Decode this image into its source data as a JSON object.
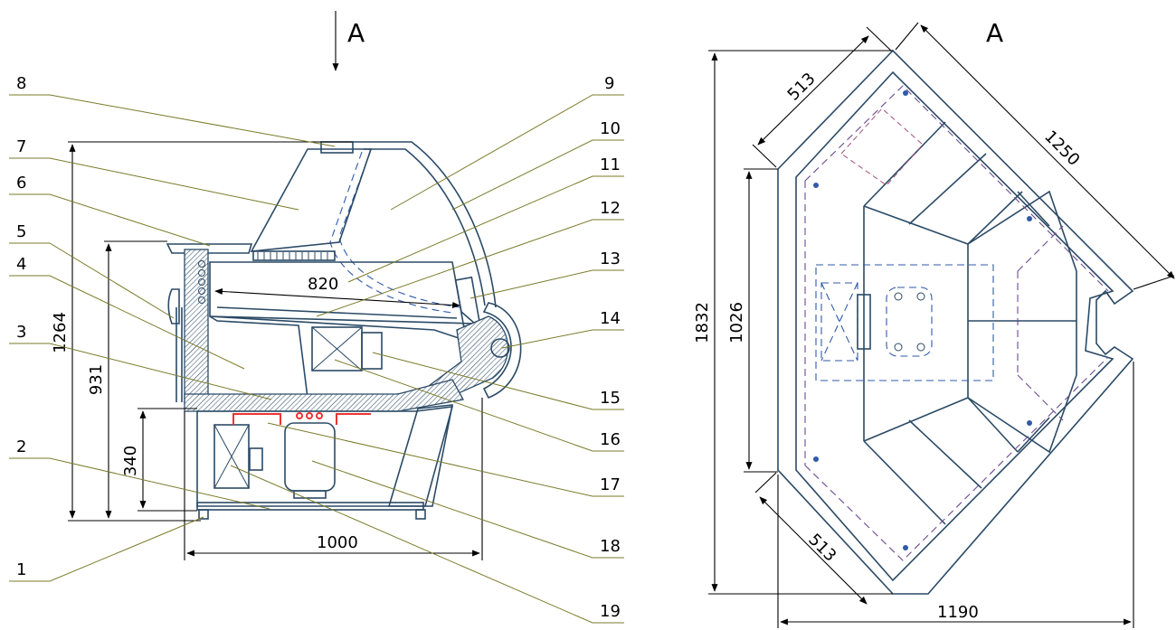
{
  "views": {
    "side": {
      "label": "A",
      "callouts": [
        "1",
        "2",
        "3",
        "4",
        "5",
        "6",
        "7",
        "8",
        "9",
        "10",
        "11",
        "12",
        "13",
        "14",
        "15",
        "16",
        "17",
        "18",
        "19"
      ],
      "dimensions": {
        "height_total": "1264",
        "height_counter": "931",
        "height_machine": "340",
        "shelf_depth": "820",
        "width": "1000"
      }
    },
    "top": {
      "label": "A",
      "dimensions": {
        "top_edge": "513",
        "diagonal": "1250",
        "depth_total": "1832",
        "inner_width": "1026",
        "bottom_edge": "513",
        "width": "1190"
      }
    }
  }
}
